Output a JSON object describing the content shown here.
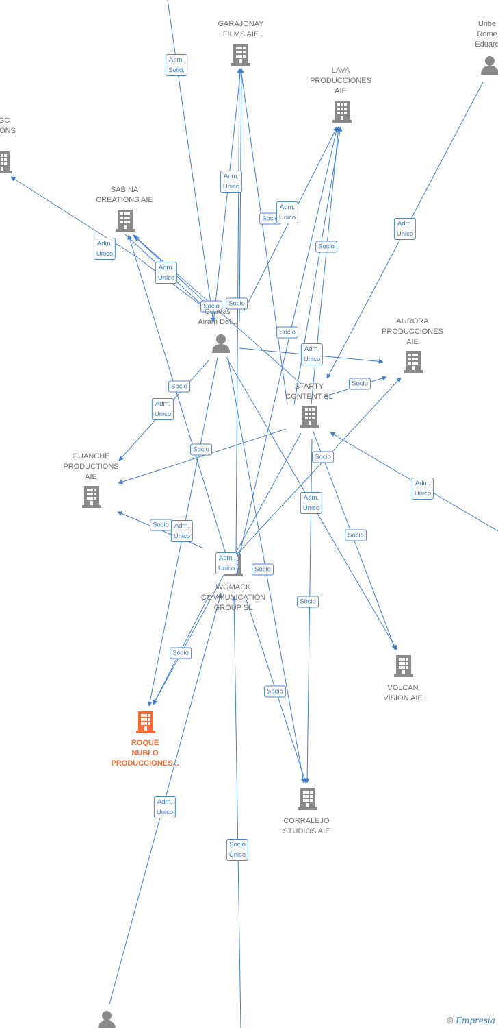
{
  "nodes": [
    {
      "id": "garajonay",
      "label": "GARAJONAY\nFILMS  AIE",
      "kind": "company",
      "color": "#8a8a8a"
    },
    {
      "id": "lava",
      "label": "LAVA\nPRODUCCIONES\nAIE",
      "kind": "company",
      "color": "#8a8a8a"
    },
    {
      "id": "uribe",
      "label": "Uribe\nRome\nEduard",
      "kind": "person",
      "color": "#8a8a8a"
    },
    {
      "id": "gc",
      "label": "GC\nTIONS",
      "kind": "company",
      "color": "#8a8a8a"
    },
    {
      "id": "sabina",
      "label": "SABINA\nCREATIONS  AIE",
      "kind": "company",
      "color": "#8a8a8a"
    },
    {
      "id": "airam",
      "label": "Cuadas\nAiram Del...",
      "kind": "person",
      "color": "#8a8a8a"
    },
    {
      "id": "aurora",
      "label": "AURORA\nPRODUCCIONES\nAIE",
      "kind": "company",
      "color": "#8a8a8a"
    },
    {
      "id": "starty",
      "label": "STARTY\nCONTENT  SL",
      "kind": "company",
      "color": "#8a8a8a"
    },
    {
      "id": "guanche",
      "label": "GUANCHE\nPRODUCTIONS\nAIE",
      "kind": "company",
      "color": "#8a8a8a"
    },
    {
      "id": "womack",
      "label": "WOMACK\nCOMMUNICATION\nGROUP  SL",
      "kind": "company",
      "color": "#8a8a8a"
    },
    {
      "id": "volcan",
      "label": "VOLCAN\nVISION  AIE",
      "kind": "company",
      "color": "#8a8a8a"
    },
    {
      "id": "roque",
      "label": "ROQUE\nNUBLO\nPRODUCCIONES...",
      "kind": "company",
      "color": "#f26a35",
      "main": true
    },
    {
      "id": "corralejo",
      "label": "CORRALEJO\nSTUDIOS  AIE",
      "kind": "company",
      "color": "#8a8a8a"
    },
    {
      "id": "bottom_person",
      "label": "",
      "kind": "person",
      "color": "#8a8a8a"
    }
  ],
  "edge_labels": [
    {
      "text": "Adm.\nSolid."
    },
    {
      "text": "Adm.\nUnico"
    },
    {
      "text": "Socio"
    },
    {
      "text": "Adm.\nUnico"
    },
    {
      "text": "Socio"
    },
    {
      "text": "Adm.\nUnico"
    },
    {
      "text": "Adm.\nUnico"
    },
    {
      "text": "Adm.\nUnico"
    },
    {
      "text": "Socio"
    },
    {
      "text": "Socio"
    },
    {
      "text": "Socio"
    },
    {
      "text": "Adm.\nUnico"
    },
    {
      "text": "Socio"
    },
    {
      "text": "Socio"
    },
    {
      "text": "Adm.\nUnico"
    },
    {
      "text": "Socio"
    },
    {
      "text": "Socio"
    },
    {
      "text": "Adm.\nUnico"
    },
    {
      "text": "Adm.\nUnico"
    },
    {
      "text": "Adm.\nUnico"
    },
    {
      "text": "Socio"
    },
    {
      "text": "Socio"
    },
    {
      "text": "Adm.\nUnico"
    },
    {
      "text": "Socio"
    },
    {
      "text": "Socio"
    },
    {
      "text": "Socio"
    },
    {
      "text": "Socio"
    },
    {
      "text": "Adm.\nUnico"
    },
    {
      "text": "Socio\nÚnico"
    }
  ],
  "colors": {
    "edge": "#3f7fd0",
    "company": "#8a8a8a",
    "main": "#f26a35"
  },
  "footer": {
    "copyright": "©",
    "brand": "Empresia"
  }
}
